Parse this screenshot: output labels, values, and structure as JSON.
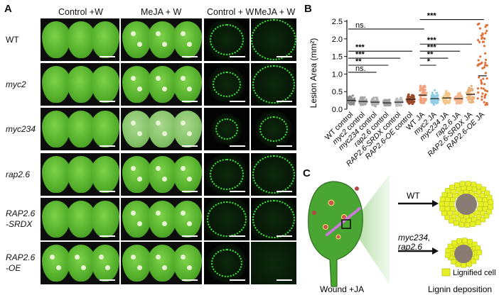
{
  "panel_a": {
    "letter": "A",
    "col_headers": [
      "Control +W",
      "MeJA + W",
      "Control + W",
      "MeJA + W"
    ],
    "rows": [
      {
        "label": "WT",
        "italic": false
      },
      {
        "label": "myc2",
        "italic": true
      },
      {
        "label": "myc234",
        "italic": true
      },
      {
        "label": "rap2.6",
        "italic": true
      },
      {
        "label": "RAP2.6\n-SRDX",
        "italic": true
      },
      {
        "label": "RAP2.6\n-OE",
        "italic": true
      }
    ]
  },
  "panel_b": {
    "letter": "B"
  },
  "chart_data": {
    "type": "scatter",
    "ylabel": "Lesion Area (mm²)",
    "ylim": [
      0,
      2.5
    ],
    "yticks": [
      0.0,
      0.5,
      1.0,
      1.5,
      2.0,
      2.5
    ],
    "categories": [
      "WT control",
      "myc2 control",
      "myc234 control",
      "rap2.6 control",
      "RAP2.6-SRDX control",
      "RAP2.6-OE control",
      "WT JA",
      "myc2 JA",
      "myc234 JA",
      "rap2.6 JA",
      "RAP2.6-SRDX JA",
      "RAP2.6-OE JA"
    ],
    "colors": [
      "#8c8c8c",
      "#a8a8a8",
      "#b0b0b0",
      "#a0a0a0",
      "#bdbdbd",
      "#9a4a2a",
      "#f0a07a",
      "#8fcde6",
      "#f3c68a",
      "#f6b890",
      "#e8b37a",
      "#e0703a"
    ],
    "medians": [
      0.25,
      0.22,
      0.2,
      0.18,
      0.2,
      0.28,
      0.4,
      0.3,
      0.32,
      0.3,
      0.42,
      0.95
    ],
    "ranges": [
      [
        0.12,
        0.4
      ],
      [
        0.1,
        0.36
      ],
      [
        0.08,
        0.34
      ],
      [
        0.08,
        0.3
      ],
      [
        0.08,
        0.35
      ],
      [
        0.12,
        0.45
      ],
      [
        0.15,
        0.7
      ],
      [
        0.12,
        0.55
      ],
      [
        0.12,
        0.55
      ],
      [
        0.12,
        0.5
      ],
      [
        0.15,
        0.7
      ],
      [
        0.1,
        2.45
      ]
    ],
    "significance": [
      {
        "label": "ns.",
        "y": 2.28
      },
      {
        "label": "***",
        "y": 1.65
      },
      {
        "label": "***",
        "y": 1.45
      },
      {
        "label": "**",
        "y": 1.25
      },
      {
        "label": "ns.",
        "y": 1.05
      },
      {
        "label": "***",
        "y": 2.55
      },
      {
        "label": "***",
        "y": 1.85
      },
      {
        "label": "***",
        "y": 1.65
      },
      {
        "label": "**",
        "y": 1.45
      },
      {
        "label": "*",
        "y": 1.25
      }
    ]
  },
  "panel_c": {
    "letter": "C",
    "wt_label": "WT",
    "mutant_label_1": "myc234,",
    "mutant_label_2": "rap2.6",
    "legend_label": "Lignified cell",
    "bottom_left": "Wound +JA",
    "bottom_right": "Lignin deposition"
  }
}
